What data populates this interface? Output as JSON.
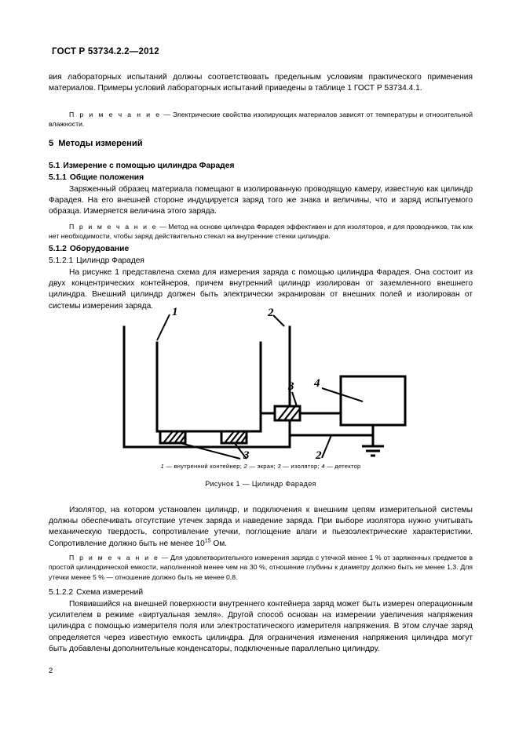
{
  "document": {
    "standard_header": "ГОСТ Р 53734.2.2—2012",
    "page_number": "2"
  },
  "body": {
    "para_continued": "вия лабораторных испытаний должны соответствовать предельным условиям практического приме­нения материалов. Примеры условий лабораторных испытаний приведены в таблице 1 ГОСТ Р 53734.4.1.",
    "note_1_label": "П р и м е ч а н и е",
    "note_1_text": " — Электрические свойства изолирующих материалов зависят от температуры и относи­тельной влажности.",
    "heading_5_num": "5",
    "heading_5_title": "Методы измерений",
    "heading_51_num": "5.1",
    "heading_51_title": "Измерение с помощью цилиндра Фарадея",
    "heading_511_num": "5.1.1",
    "heading_511_title": "Общие положения",
    "para_511": "Заряженный образец материала помещают в изолированную проводящую камеру, известную как цилиндр Фарадея. На его внешней стороне индуцируется заряд того же знака и величины, что и заряд испытуемого образца. Измеряется величина этого заряда.",
    "note_2_label": "П р и м е ч а н и е",
    "note_2_text": " — Метод на основе цилиндра Фарадея эффективен и для изоляторов, и для проводников, так как нет необходимости, чтобы заряд действительно стекал на внутренние стенки цилиндра.",
    "heading_512_num": "5.1.2",
    "heading_512_title": "Оборудование",
    "heading_5121_num": "5.1.2.1",
    "heading_5121_title": "Цилиндр Фарадея",
    "para_5121": "На рисунке 1 представлена схема для измерения заряда с помощью цилиндра Фарадея. Она состо­ит из двух концентрических контейнеров, причем внутренний цилиндр изолирован от заземленного внешнего цилиндра. Внешний цилиндр должен быть электрически экранирован от внешних полей и изо­лирован от системы измерения заряда.",
    "para_after_fig_a": "Изолятор, на котором установлен цилиндр, и подключения к внешним цепям измерительной систе­мы должны обеспечивать отсутствие утечек заряда и наведение заряда. При выборе изолятора нужно учитывать механическую твердость, сопротивление утечки, поглощение влаги и пьезоэлектрические характеристики. Сопротивление должно быть не менее 10",
    "para_after_fig_sup": "15",
    "para_after_fig_b": " Ом.",
    "note_3_label": "П р и м е ч а н и е",
    "note_3_text": " — Для удовлетворительного измерения заряда с утечкой менее 1 % от заряженных пред­метов в простой цилиндрической емкости, наполненной менее чем на 30 %, отношение глубины к диаметру должно быть не менее 1,3. Для утечки менее 5 % — отношение должно быть не менее 0,8.",
    "heading_5122_num": "5.1.2.2",
    "heading_5122_title": "Схема измерений",
    "para_5122": "Появившийся на внешней поверхности внутреннего контейнера заряд может быть измерен опера­ционным усилителем в режиме «виртуальная земля». Другой способ основан на измерении увеличения напряжения цилиндра с помощью измерителя поля или электростатического измерителя напряжения. В этом случае заряд определяется через известную емкость цилиндра. Для ограничения изменения напряжения цилиндра могут быть добавлены дополнительные конденсаторы, подключенные парал­лельно цилиндру."
  },
  "figure": {
    "legend": "1 — внутренний контейнер; 2 — экран; 3 — изолятор; 4 — детектор",
    "legend_parts": [
      {
        "num": "1",
        "text": " — внутренний контейнер; "
      },
      {
        "num": "2",
        "text": " — экран; "
      },
      {
        "num": "3",
        "text": " — изолятор; "
      },
      {
        "num": "4",
        "text": " — детектор"
      }
    ],
    "caption": "Рисунок 1 — Цилиндр Фарадея",
    "callouts": {
      "inner_container": "1",
      "shield_top": "2",
      "shield_bottom": "2",
      "insulator_right": "3",
      "insulator_bottom": "3",
      "detector": "4"
    },
    "colors": {
      "line": "#000000",
      "background": "#ffffff"
    }
  }
}
